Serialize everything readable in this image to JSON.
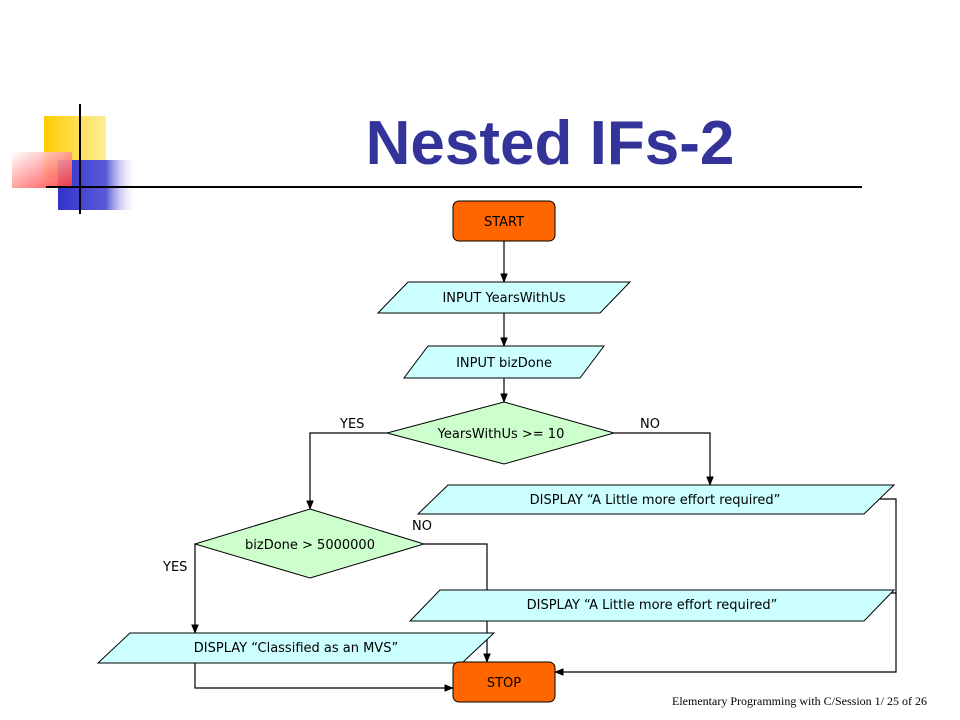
{
  "slide": {
    "title": "Nested IFs-2",
    "footer": "Elementary Programming with C/Session 1/ 25 of 26"
  },
  "flowchart": {
    "start": "START",
    "input1": "INPUT YearsWithUs",
    "input2": "INPUT bizDone",
    "decision1": "YearsWithUs >= 10",
    "decision1_yes": "YES",
    "decision1_no": "NO",
    "display_no_outer": "DISPLAY “A Little more effort required”",
    "decision2": "bizDone > 5000000",
    "decision2_yes": "YES",
    "decision2_no": "NO",
    "display_no_inner": "DISPLAY “A Little more effort required”",
    "display_yes": "DISPLAY “Classified as an MVS”",
    "stop": "STOP"
  },
  "colors": {
    "terminal": "#ff6600",
    "io": "#ccffff",
    "decision": "#ccffcc",
    "title": "#333399"
  }
}
